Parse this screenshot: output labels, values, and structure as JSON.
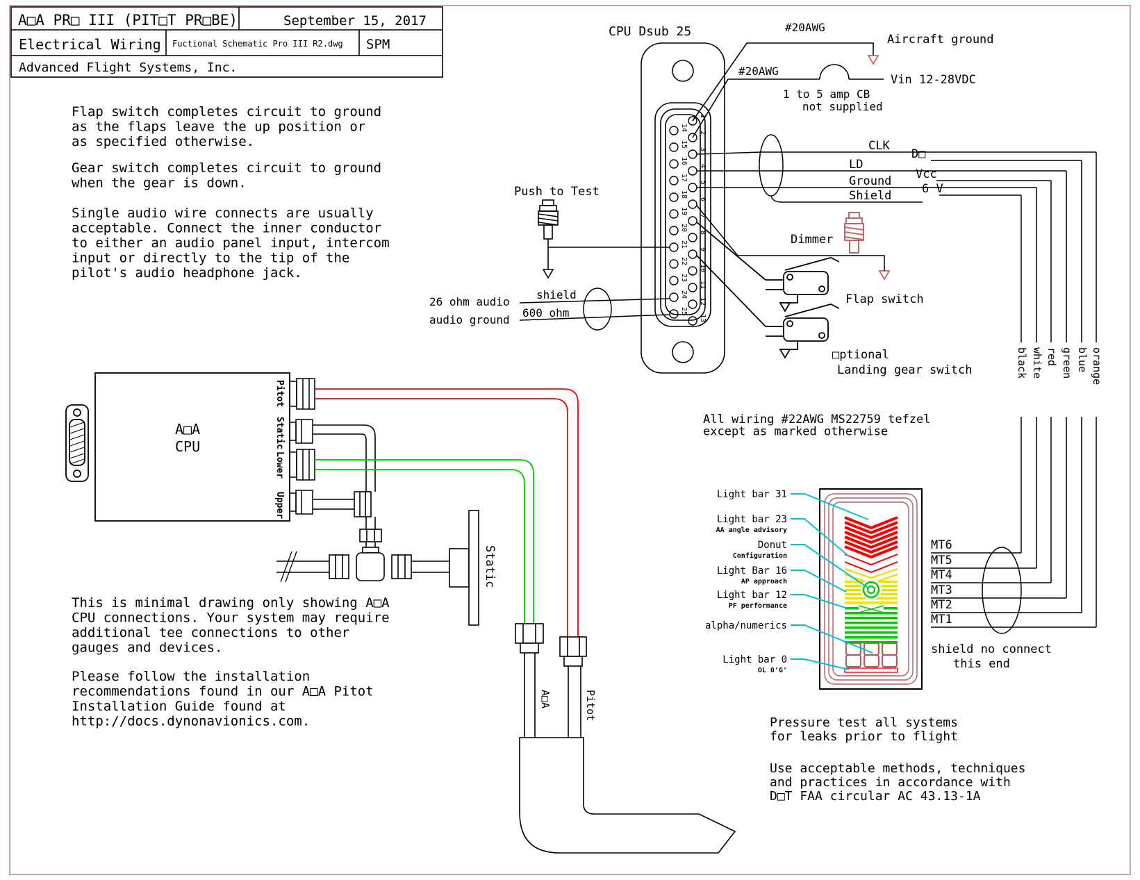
{
  "title_block": {
    "title": "A□A PR□ III (PIT□T PR□BE)",
    "date": "September 15, 2017",
    "subtitle": "Electrical Wiring",
    "drawing_file": "Fuctional Schematic Pro III R2.dwg",
    "author": "SPM",
    "company": "Advanced Flight Systems, Inc."
  },
  "notes": {
    "flap": [
      "Flap switch completes circuit to ground",
      "as the flaps leave the up position or",
      "as specified otherwise."
    ],
    "gear": [
      "Gear switch completes circuit to ground",
      "when the gear is down."
    ],
    "audio": [
      "Single audio wire connects are usually",
      "acceptable. Connect the inner conductor",
      "to either an audio panel input, intercom",
      "input or directly to the tip of the",
      "pilot's audio headphone jack."
    ],
    "minimal": [
      "This is minimal drawing only showing A□A",
      "CPU connections. Your system may require",
      "additional tee connections to other",
      "gauges and devices."
    ],
    "install": [
      "Please follow the installation",
      "recommendations found in our A□A Pitot",
      "Installation Guide found at",
      "http://docs.dynonavionics.com."
    ],
    "wiring": [
      "All wiring #22AWG MS22759 tefzel",
      "except as marked otherwise"
    ],
    "pressure": [
      "Pressure test all systems",
      "for leaks prior to flight"
    ],
    "methods": [
      "Use acceptable methods, techniques",
      "and practices in accordance with",
      "D□T FAA circular AC 43.13-1A"
    ]
  },
  "connector": {
    "label": "CPU Dsub 25",
    "pins_left": [
      "14",
      "15",
      "16",
      "17",
      "18",
      "19",
      "20",
      "21",
      "22",
      "23",
      "24",
      "25"
    ],
    "pins_right": [
      "1",
      "2",
      "3",
      "4",
      "5",
      "6",
      "7",
      "8",
      "9",
      "10",
      "11",
      "12",
      "13"
    ]
  },
  "power": {
    "awg1": "#20AWG",
    "awg2": "#20AWG",
    "aircraft_ground": "Aircraft ground",
    "vin": "Vin 12-28VDC",
    "cb_line1": "1 to 5 amp CB",
    "cb_line2": "not supplied"
  },
  "signals": {
    "clk": "CLK",
    "do": "D□",
    "ld": "LD",
    "vcc": "Vcc",
    "ground": "Ground",
    "six_v": "6 V",
    "shield": "Shield"
  },
  "controls": {
    "push_to_test": "Push to Test",
    "dimmer": "Dimmer",
    "flap_switch": "Flap switch",
    "optional": "□ptional",
    "landing_gear": "Landing gear switch"
  },
  "audio": {
    "ohm26": "26 ohm audio",
    "audio_ground": "audio ground",
    "shield": "shield",
    "ohm600": "600 ohm"
  },
  "wire_colors": [
    "black",
    "white",
    "red",
    "green",
    "blue",
    "orange"
  ],
  "mt_labels": [
    "MT6",
    "MT5",
    "MT4",
    "MT3",
    "MT2",
    "MT1"
  ],
  "shield_note": [
    "shield no connect",
    "this end"
  ],
  "display": {
    "callouts": [
      {
        "label": "Light bar 31",
        "sub": ""
      },
      {
        "label": "Light bar 23",
        "sub": "AA angle advisory"
      },
      {
        "label": "Donut",
        "sub": "Configuration"
      },
      {
        "label": "Light Bar 16",
        "sub": "AP approach"
      },
      {
        "label": "Light bar 12",
        "sub": "PF performance"
      },
      {
        "label": "alpha/numerics",
        "sub": ""
      },
      {
        "label": "Light bar 0",
        "sub": "OL 0'G'"
      }
    ]
  },
  "cpu_box": {
    "name_line1": "A□A",
    "name_line2": "CPU",
    "ports": [
      "Pitot",
      "Static",
      "Lower",
      "Upper"
    ]
  },
  "probe": {
    "static_plate": "Static",
    "aoa": "A□A",
    "pitot": "Pitot"
  },
  "colors": {
    "line": "#000000",
    "border": "#c08c8c",
    "bezel": "#ad5f5f",
    "red_wire": "#ff0000",
    "green_wire": "#00cc00",
    "yellow_bar": "#f0e000",
    "cyan_leader": "#00c3d6",
    "dimmer_red": "#c06868"
  }
}
